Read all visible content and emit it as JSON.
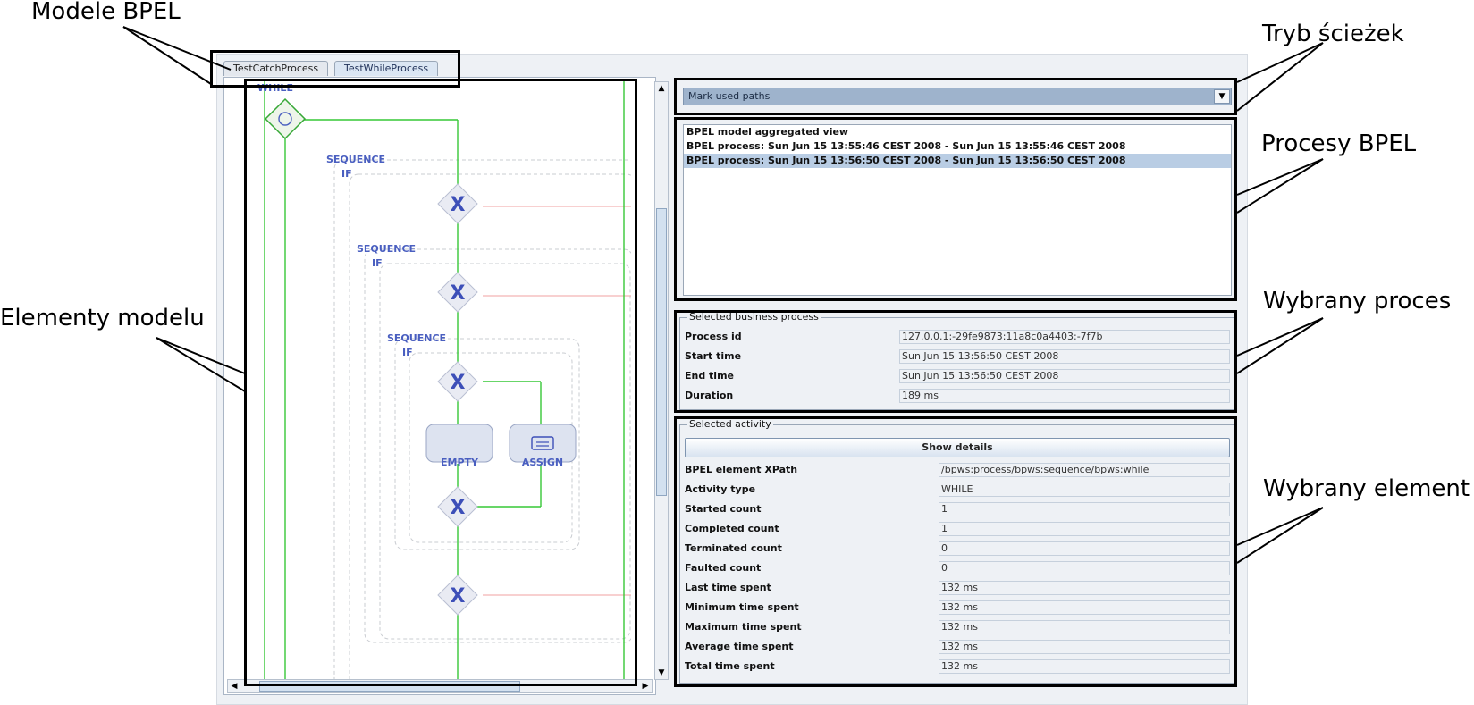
{
  "annotations": {
    "modele_bpel": "Modele BPEL",
    "tryb_sciezek": "Tryb ścieżek",
    "procesy_bpel": "Procesy BPEL",
    "elementy_modelu": "Elementy modelu",
    "wybrany_proces": "Wybrany proces",
    "wybrany_element": "Wybrany element"
  },
  "tabs": [
    "TestCatchProcess",
    "TestWhileProcess"
  ],
  "diagram": {
    "while": "WHILE",
    "sequence": "SEQUENCE",
    "if": "IF",
    "empty": "EMPTY",
    "assign": "ASSIGN",
    "colors": {
      "flow": "#37c837",
      "label": "#4a5fc0",
      "node": "#3d4fb8",
      "dashed": "#c9ccd1",
      "error": "#f0a0a0"
    }
  },
  "path_mode": {
    "selected": "Mark used paths",
    "icon": "chevron-down-icon"
  },
  "processes": [
    "BPEL model aggregated view",
    "BPEL process: Sun Jun 15 13:55:46 CEST 2008 - Sun Jun 15 13:55:46 CEST 2008",
    "BPEL process: Sun Jun 15 13:56:50 CEST 2008 - Sun Jun 15 13:56:50 CEST 2008"
  ],
  "selected_process_index": 2,
  "selected_business_process": {
    "title": "Selected business process",
    "rows": [
      {
        "label": "Process id",
        "value": "127.0.0.1:-29fe9873:11a8c0a4403:-7f7b"
      },
      {
        "label": "Start time",
        "value": "Sun Jun 15 13:56:50 CEST 2008"
      },
      {
        "label": "End time",
        "value": "Sun Jun 15 13:56:50 CEST 2008"
      },
      {
        "label": "Duration",
        "value": "189 ms"
      }
    ]
  },
  "selected_activity": {
    "title": "Selected activity",
    "show_details_label": "Show details",
    "rows": [
      {
        "label": "BPEL element XPath",
        "value": "/bpws:process/bpws:sequence/bpws:while"
      },
      {
        "label": "Activity type",
        "value": "WHILE"
      },
      {
        "label": "Started count",
        "value": "1"
      },
      {
        "label": "Completed count",
        "value": "1"
      },
      {
        "label": "Terminated count",
        "value": "0"
      },
      {
        "label": "Faulted count",
        "value": "0"
      },
      {
        "label": "Last time spent",
        "value": "132 ms"
      },
      {
        "label": "Minimum time spent",
        "value": "132 ms"
      },
      {
        "label": "Maximum time spent",
        "value": "132 ms"
      },
      {
        "label": "Average time spent",
        "value": "132 ms"
      },
      {
        "label": "Total time spent",
        "value": "132 ms"
      }
    ]
  }
}
